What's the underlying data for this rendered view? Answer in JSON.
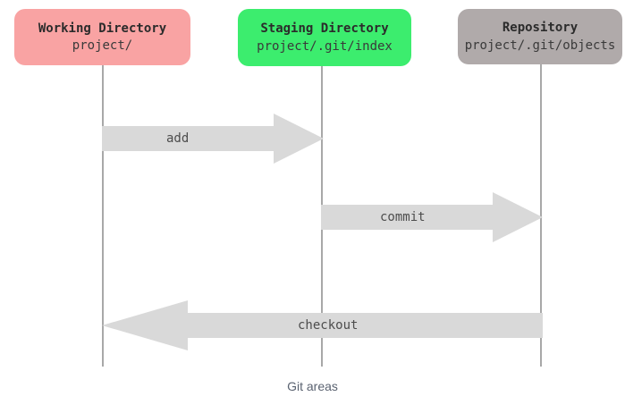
{
  "diagram": {
    "caption": "Git areas",
    "background_color": "#ffffff",
    "nodes": [
      {
        "id": "working-directory",
        "title": "Working Directory",
        "path": "project/",
        "color": "#f9a3a3"
      },
      {
        "id": "staging-directory",
        "title": "Staging Directory",
        "path": "project/.git/index",
        "color": "#3ced6e"
      },
      {
        "id": "repository",
        "title": "Repository",
        "path": "project/.git/objects",
        "color": "#b0aaaa"
      }
    ],
    "arrows": [
      {
        "id": "add",
        "label": "add",
        "from": "working-directory",
        "to": "staging-directory",
        "direction": "right",
        "color": "#d9d9d9"
      },
      {
        "id": "commit",
        "label": "commit",
        "from": "staging-directory",
        "to": "repository",
        "direction": "right",
        "color": "#d9d9d9"
      },
      {
        "id": "checkout",
        "label": "checkout",
        "from": "repository",
        "to": "working-directory",
        "direction": "left",
        "color": "#d9d9d9"
      }
    ],
    "lifeline_color": "#a8a8a8"
  }
}
